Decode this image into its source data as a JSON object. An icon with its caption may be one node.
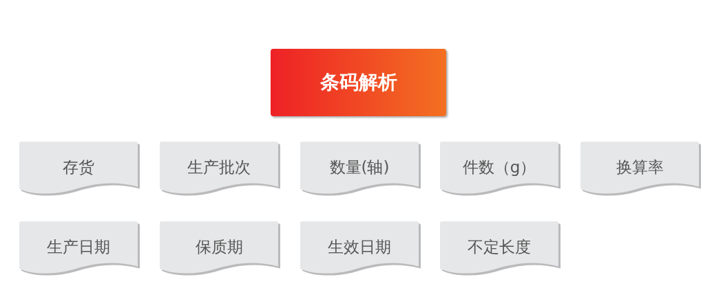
{
  "diagram": {
    "nodes": [
      {
        "text": [
          "条码解析"
        ]
      },
      {
        "text": [
          "存货"
        ]
      },
      {
        "text": [
          "生产批次"
        ]
      },
      {
        "text": [
          "数量(轴)"
        ]
      },
      {
        "text": [
          "件数（g）"
        ]
      },
      {
        "text": [
          "换算率"
        ]
      },
      {
        "text": [
          "生产日期"
        ]
      },
      {
        "text": [
          "保质期"
        ]
      },
      {
        "text": [
          "生效日期"
        ]
      },
      {
        "text": [
          "不定长度"
        ]
      }
    ]
  }
}
